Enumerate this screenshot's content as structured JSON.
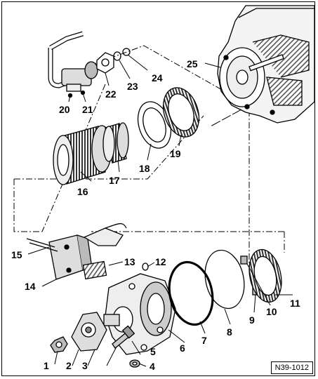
{
  "diagram": {
    "reference_code": "N39-1012",
    "callouts": [
      "1",
      "2",
      "3",
      "4",
      "5",
      "6",
      "7",
      "8",
      "9",
      "10",
      "11",
      "12",
      "13",
      "14",
      "15",
      "16",
      "17",
      "18",
      "19",
      "20",
      "21",
      "22",
      "23",
      "24",
      "25"
    ]
  }
}
